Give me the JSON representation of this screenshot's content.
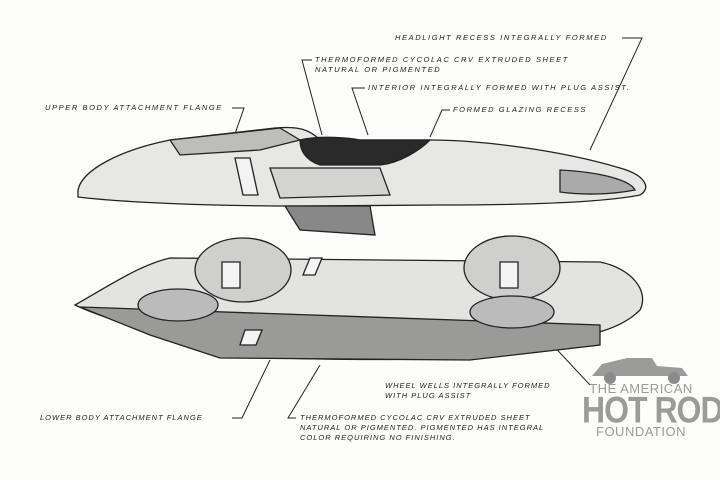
{
  "labels": {
    "headlight": "Headlight recess integrally formed",
    "thermo_upper_1": "Thermoformed cycolac crv extruded sheet",
    "thermo_upper_2": "natural or pigmented",
    "interior": "Interior integrally formed with plug assist.",
    "glazing": "Formed glazing recess",
    "upper_flange": "Upper body attachment flange",
    "wheel_wells_1": "Wheel wells integrally formed",
    "wheel_wells_2": "with plug assist",
    "lower_flange": "Lower body attachment flange",
    "thermo_lower_1": "Thermoformed cycolac crv extruded sheet",
    "thermo_lower_2": "natural or pigmented. pigmented has integral",
    "thermo_lower_3": "color requiring no finishing."
  },
  "watermark": {
    "line1": "THE AMERICAN",
    "line2": "HOT ROD",
    "line3": "FOUNDATION"
  }
}
